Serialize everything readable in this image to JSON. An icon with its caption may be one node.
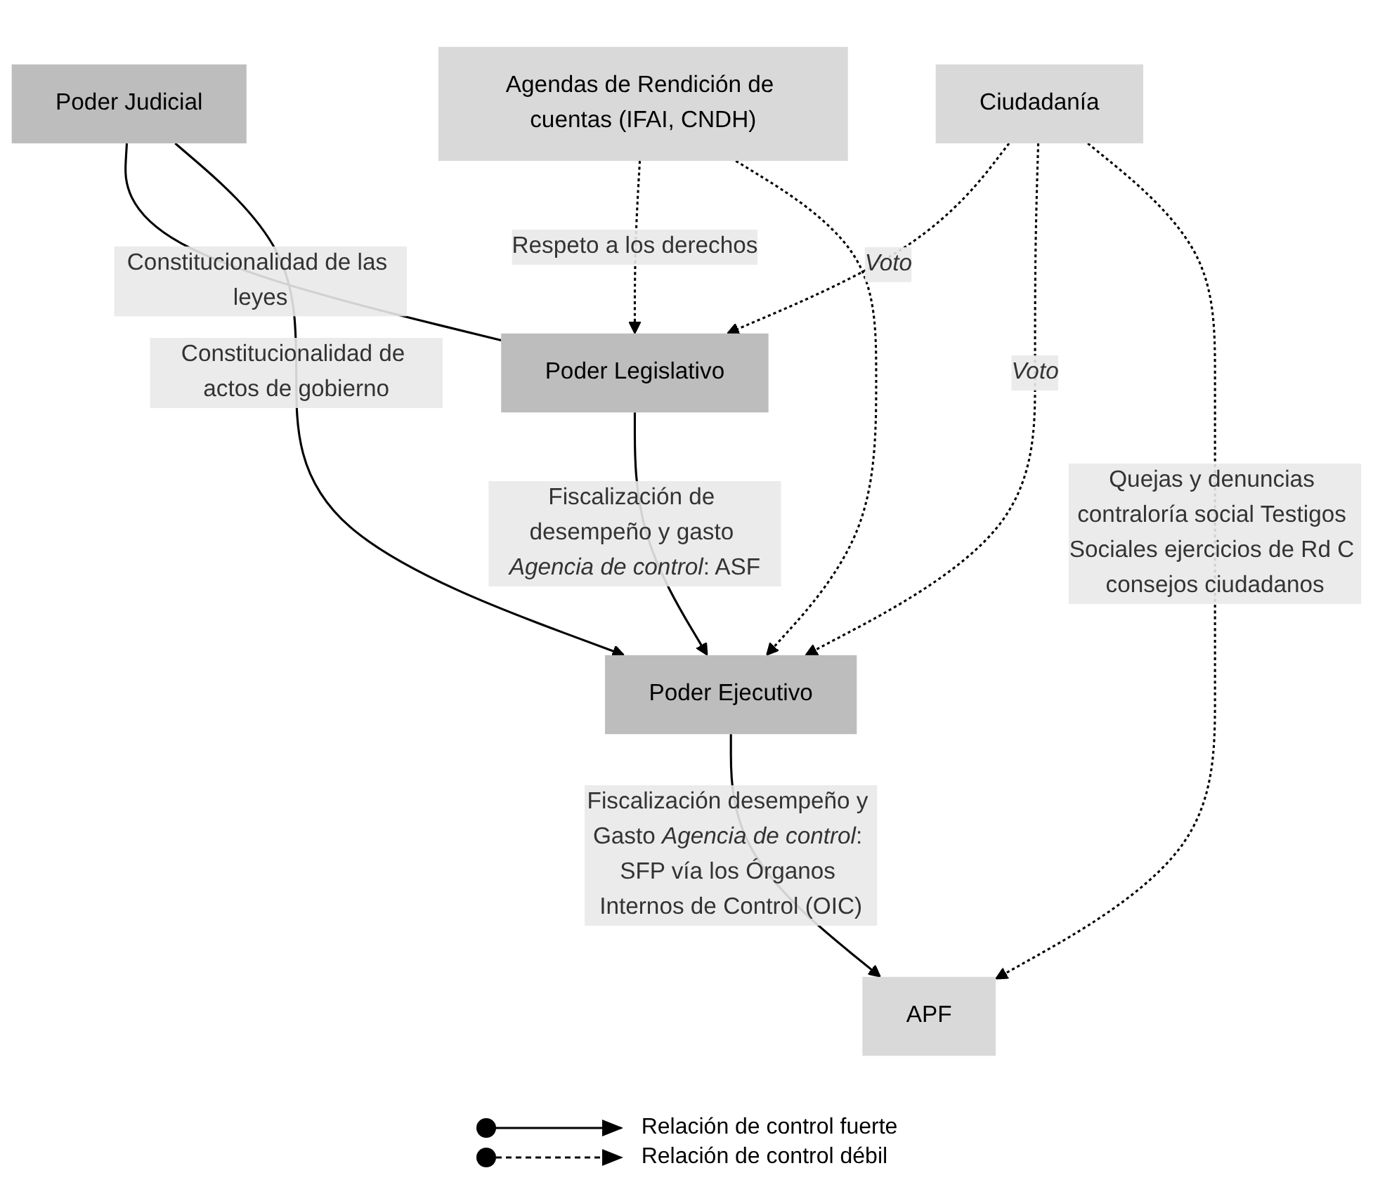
{
  "diagram": {
    "nodes": [
      {
        "text": [
          "Poder Judicial"
        ]
      },
      {
        "text": [
          "Poder Legislativo"
        ]
      },
      {
        "text": [
          "Agendas de Rendición de cuentas (IFAI, CNDH)"
        ]
      },
      {
        "text": [
          "Ciudadanía"
        ]
      },
      {
        "text": [
          "Poder Ejecutivo"
        ]
      },
      {
        "text": [
          "APF"
        ]
      }
    ],
    "edges": [
      {
        "from": 0,
        "to": 1,
        "arrow": "none",
        "label": "Constitucionalidad de las leyes"
      },
      {
        "from": 0,
        "to": 4,
        "arrow": "to",
        "label": "Constitucionalidad de actos de gobierno"
      },
      {
        "from": 2,
        "to": 1,
        "arrow": "to",
        "style": "dashed",
        "label": "Respeto a los derechos"
      },
      {
        "from": 2,
        "to": 4,
        "arrow": "to",
        "style": "dashed"
      },
      {
        "from": 3,
        "to": 1,
        "arrow": "to",
        "style": "dashed",
        "label": "*Voto*"
      },
      {
        "from": 3,
        "to": 4,
        "arrow": "to",
        "style": "dashed",
        "label": "*Voto*"
      },
      {
        "from": 1,
        "to": 4,
        "arrow": "to",
        "label": "Fiscalización de desempeño y gasto *Agencia de control*: ASF"
      },
      {
        "from": 4,
        "to": 5,
        "arrow": "to",
        "label": "Fiscalización desempeño y Gasto *Agencia de control*: SFP vía los Órganos Internos de Control (OIC)"
      },
      {
        "from": 3,
        "to": 5,
        "arrow": "to",
        "style": "dashed",
        "label": "Quejas y denuncias contraloría social Testigos Sociales ejercicios de Rd C consejos ciudadanos"
      }
    ],
    "legend": [
      {
        "text": "Relación de control fuerte"
      },
      {
        "text": "Relación de control débil"
      }
    ]
  }
}
